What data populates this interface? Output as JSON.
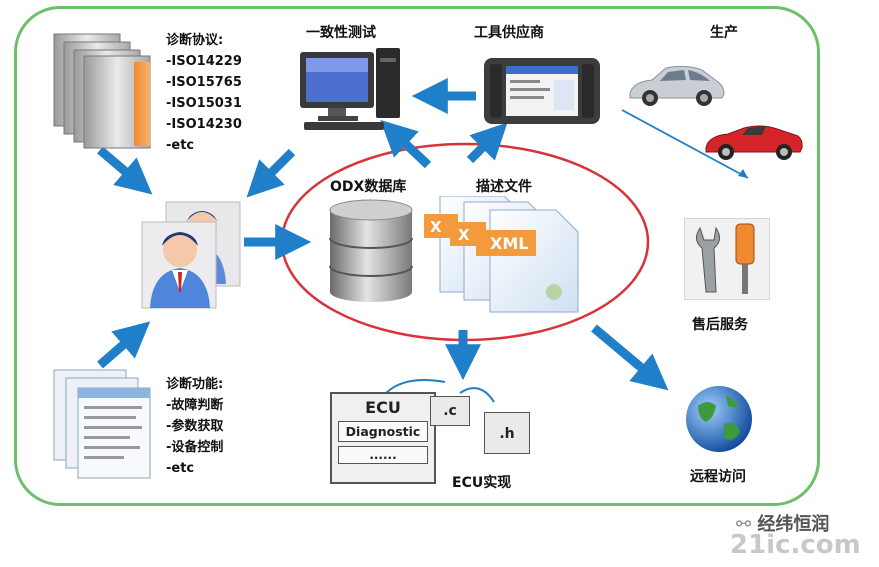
{
  "labels": {
    "conformance_test": "一致性测试",
    "tool_supplier": "工具供应商",
    "production": "生产",
    "odx_database": "ODX数据库",
    "description_file": "描述文件",
    "after_sales": "售后服务",
    "remote_access": "远程访问",
    "ecu_impl": "ECU实现"
  },
  "protocols": {
    "title": "诊断协议:",
    "items": [
      "-ISO14229",
      "-ISO15765",
      "-ISO15031",
      "-ISO14230",
      "-etc"
    ]
  },
  "functions": {
    "title": "诊断功能:",
    "items": [
      "-故障判断",
      "-参数获取",
      "-设备控制",
      "-etc"
    ]
  },
  "files": {
    "xml1": "XML",
    "xml2": "X",
    "xml3": "X"
  },
  "ecu": {
    "title": "ECU",
    "diagnostic": "Diagnostic",
    "dots": "......",
    "c_file": ".c",
    "h_file": ".h"
  },
  "watermark": {
    "text": "经纬恒润",
    "site": "21ic.com"
  },
  "colors": {
    "frame": "#6cc068",
    "arrow": "#1f7fc8",
    "ellipse": "#d8323a"
  }
}
